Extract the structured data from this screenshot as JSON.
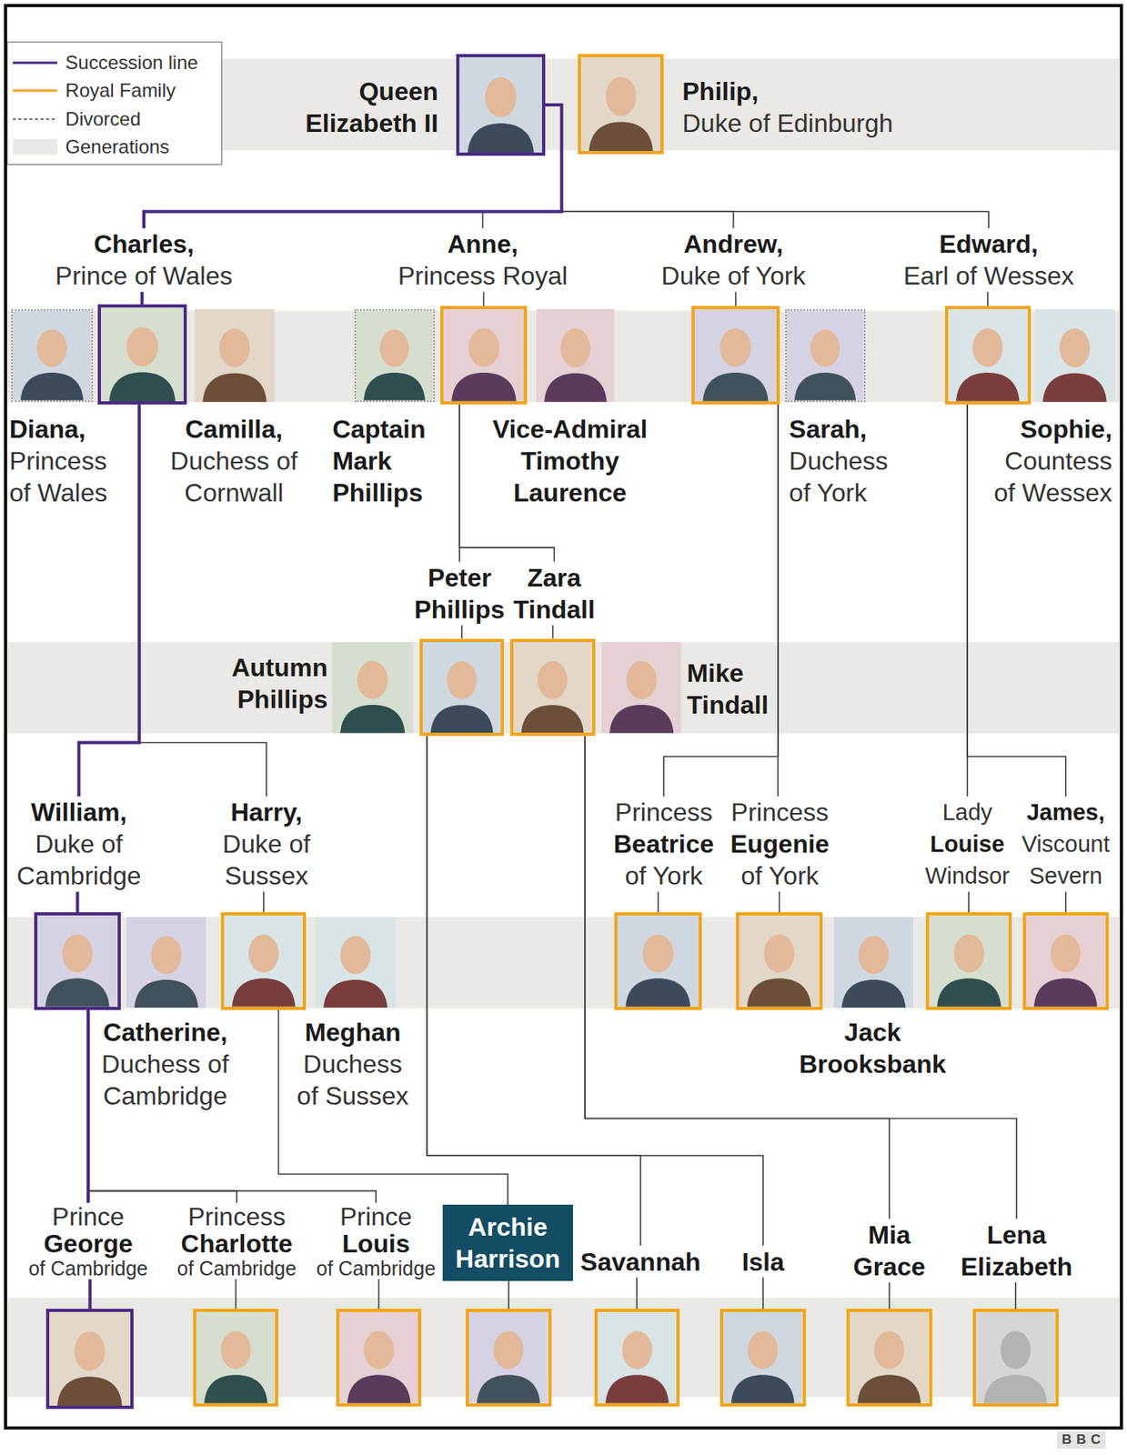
{
  "diagram": {
    "nodes": [
      {
        "text": [
          "Queen Elizabeth II"
        ]
      },
      {
        "text": [
          "Philip,",
          "Duke of Edinburgh"
        ]
      },
      {
        "text": [
          "Charles,",
          "Prince of Wales"
        ]
      },
      {
        "text": [
          "Anne,",
          "Princess Royal"
        ]
      },
      {
        "text": [
          "Andrew,",
          "Duke of York"
        ]
      },
      {
        "text": [
          "Edward,",
          "Earl of Wessex"
        ]
      },
      {
        "text": [
          "Diana,",
          "Princess of Wales"
        ]
      },
      {
        "text": [
          "Camilla,",
          "Duchess of Cornwall"
        ]
      },
      {
        "text": [
          "Captain Mark Phillips"
        ]
      },
      {
        "text": [
          "Vice-Admiral Timothy Laurence"
        ]
      },
      {
        "text": [
          "Sarah,",
          "Duchess of York"
        ]
      },
      {
        "text": [
          "Sophie,",
          "Countess of Wessex"
        ]
      },
      {
        "text": [
          "Peter Phillips"
        ]
      },
      {
        "text": [
          "Zara Tindall"
        ]
      },
      {
        "text": [
          "Autumn Phillips"
        ]
      },
      {
        "text": [
          "Mike Tindall"
        ]
      },
      {
        "text": [
          "William,",
          "Duke of Cambridge"
        ]
      },
      {
        "text": [
          "Harry,",
          "Duke of Sussex"
        ]
      },
      {
        "text": [
          "Princess",
          "Beatrice",
          "of York"
        ]
      },
      {
        "text": [
          "Princess",
          "Eugenie",
          "of York"
        ]
      },
      {
        "text": [
          "Lady",
          "Louise",
          "Windsor"
        ]
      },
      {
        "text": [
          "James,",
          "Viscount Severn"
        ]
      },
      {
        "text": [
          "Catherine,",
          "Duchess of Cambridge"
        ]
      },
      {
        "text": [
          "Meghan",
          "Duchess of Sussex"
        ]
      },
      {
        "text": [
          "Jack Brooksbank"
        ]
      },
      {
        "text": [
          "Prince",
          "George",
          "of Cambridge"
        ]
      },
      {
        "text": [
          "Princess",
          "Charlotte",
          "of Cambridge"
        ]
      },
      {
        "text": [
          "Prince",
          "Louis",
          "of Cambridge"
        ]
      },
      {
        "text": [
          "Archie Harrison"
        ]
      },
      {
        "text": [
          "Savannah"
        ]
      },
      {
        "text": [
          "Isla"
        ]
      },
      {
        "text": [
          "Mia Grace"
        ]
      },
      {
        "text": [
          "Lena Elizabeth"
        ]
      }
    ],
    "edges": [
      {
        "from": 0,
        "to": 2,
        "arrow": "none"
      },
      {
        "from": 0,
        "to": 3,
        "arrow": "none"
      },
      {
        "from": 0,
        "to": 4,
        "arrow": "none"
      },
      {
        "from": 0,
        "to": 5,
        "arrow": "none"
      },
      {
        "from": 2,
        "to": 16,
        "arrow": "none"
      },
      {
        "from": 2,
        "to": 17,
        "arrow": "none"
      },
      {
        "from": 3,
        "to": 12,
        "arrow": "none"
      },
      {
        "from": 3,
        "to": 13,
        "arrow": "none"
      },
      {
        "from": 4,
        "to": 18,
        "arrow": "none"
      },
      {
        "from": 4,
        "to": 19,
        "arrow": "none"
      },
      {
        "from": 5,
        "to": 20,
        "arrow": "none"
      },
      {
        "from": 5,
        "to": 21,
        "arrow": "none"
      },
      {
        "from": 16,
        "to": 25,
        "arrow": "none"
      },
      {
        "from": 16,
        "to": 26,
        "arrow": "none"
      },
      {
        "from": 16,
        "to": 27,
        "arrow": "none"
      },
      {
        "from": 17,
        "to": 28,
        "arrow": "none"
      },
      {
        "from": 12,
        "to": 29,
        "arrow": "none"
      },
      {
        "from": 12,
        "to": 30,
        "arrow": "none"
      },
      {
        "from": 13,
        "to": 31,
        "arrow": "none"
      },
      {
        "from": 13,
        "to": 32,
        "arrow": "none"
      }
    ],
    "labels": [
      "BBC"
    ],
    "legend": [
      {
        "text": "Succession line"
      },
      {
        "text": "Royal Family"
      },
      {
        "text": "Divorced"
      },
      {
        "text": "Generations",
        "color": "#ebe9e5"
      }
    ]
  }
}
